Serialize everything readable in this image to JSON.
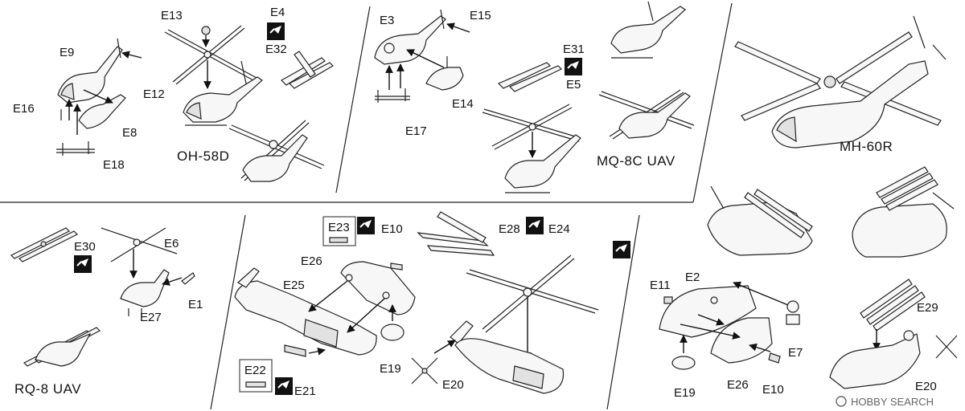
{
  "titles": {
    "oh58d": "OH-58D",
    "mq8c": "MQ-8C UAV",
    "mh60r": "MH-60R",
    "rq8": "RQ-8 UAV"
  },
  "labels": {
    "e13": "E13",
    "e4": "E4",
    "e32": "E32",
    "e9": "E9",
    "e12": "E12",
    "e16": "E16",
    "e8": "E8",
    "e18": "E18",
    "e3": "E3",
    "e15": "E15",
    "e31": "E31",
    "e5": "E5",
    "e14": "E14",
    "e17": "E17",
    "e30": "E30",
    "e6": "E6",
    "e1": "E1",
    "e27": "E27",
    "e23": "E23",
    "e10a": "E10",
    "e26a": "E26",
    "e25": "E25",
    "e28": "E28",
    "e24": "E24",
    "e19a": "E19",
    "e20a": "E20",
    "e22": "E22",
    "e21": "E21",
    "e11": "E11",
    "e2": "E2",
    "e7": "E7",
    "e29": "E29",
    "e19b": "E19",
    "e26b": "E26",
    "e10b": "E10",
    "e20b": "E20"
  },
  "watermark": {
    "text": "HOBBY SEARCH"
  },
  "colors": {
    "ink": "#111111",
    "paper": "#ffffff",
    "watermark": "#666666"
  },
  "icons": {
    "part_alternative": "opt-badge-icon",
    "arrow": "assembly-arrow-icon"
  }
}
